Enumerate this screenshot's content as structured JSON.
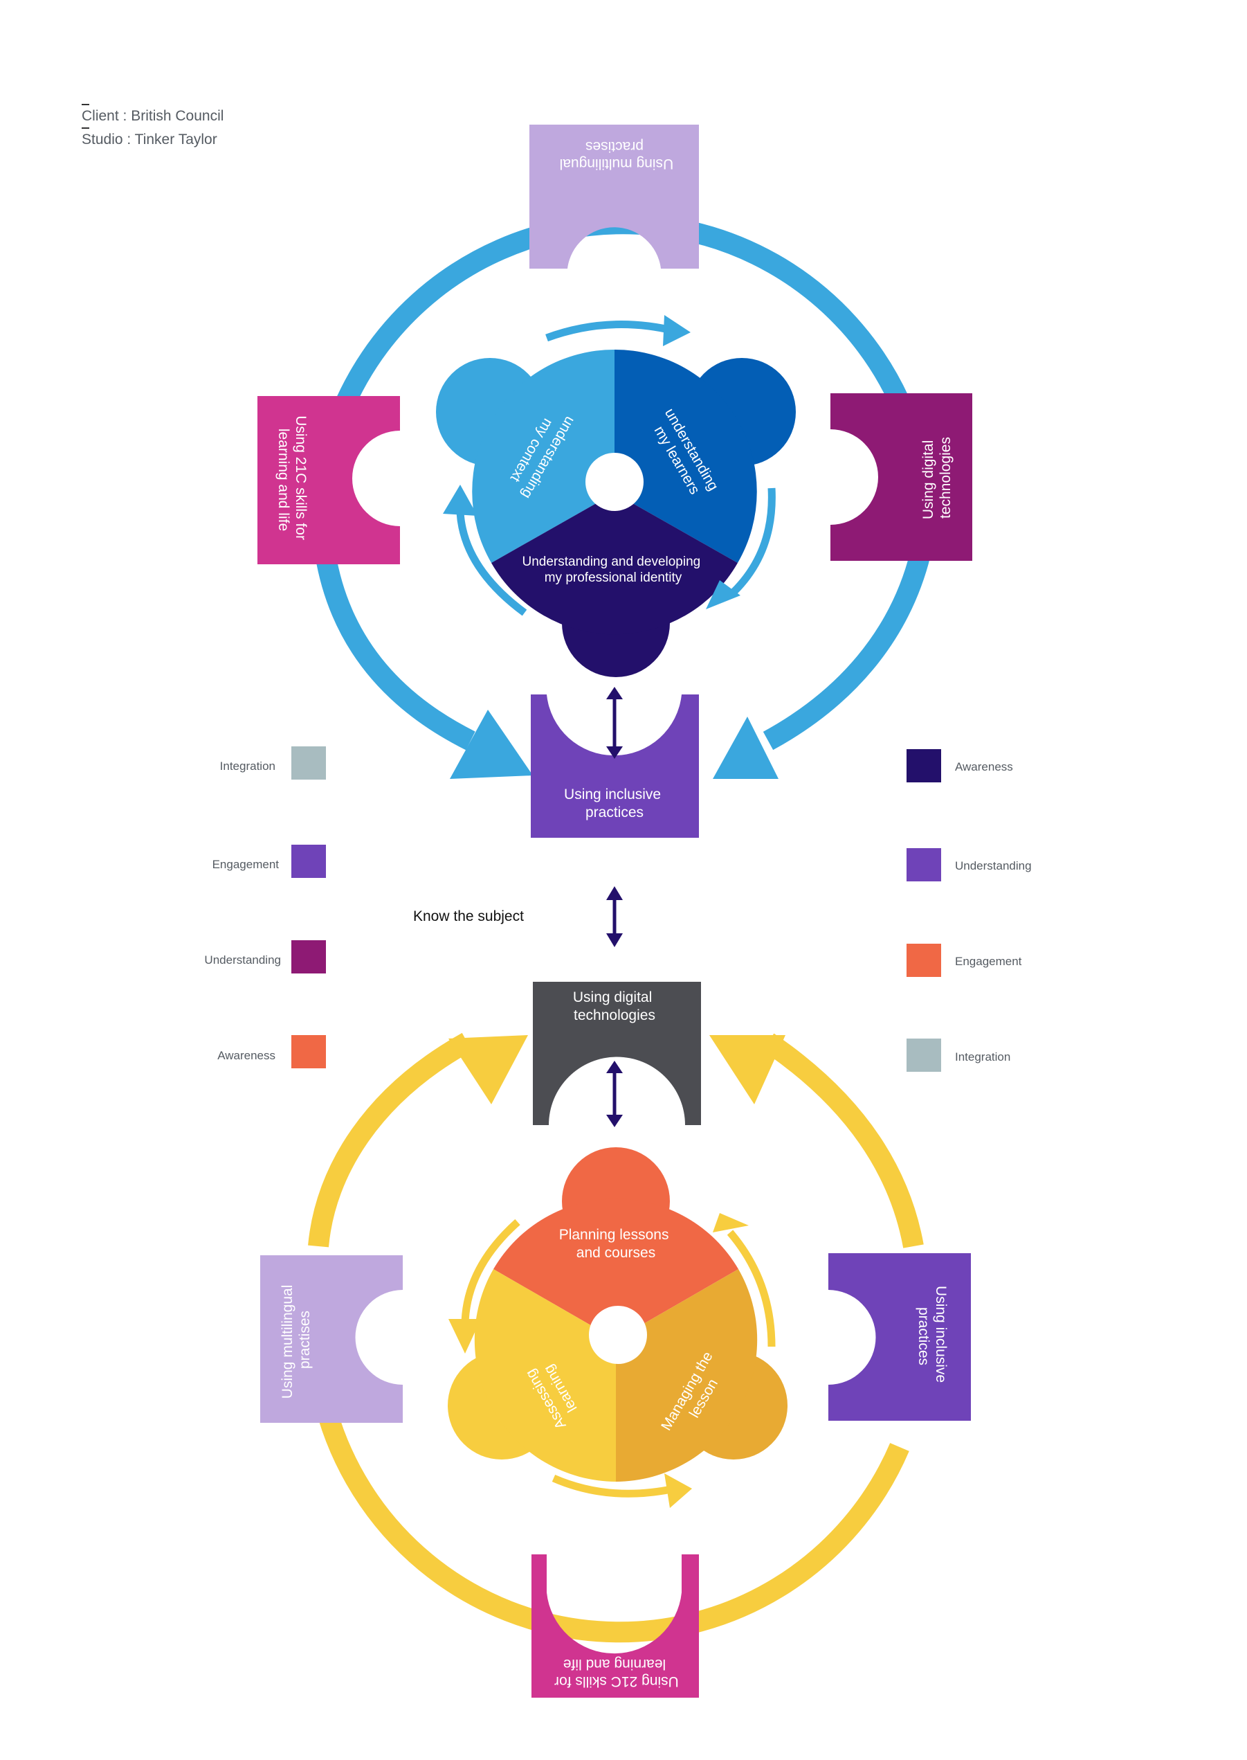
{
  "credits": {
    "client": "Client : British Council",
    "studio": "Studio : Tinker Taylor"
  },
  "top_cycle": {
    "segments": {
      "context": [
        "understanding",
        "my context"
      ],
      "learners": [
        "understanding",
        "my learners"
      ],
      "identity": [
        "Understanding and developing",
        "my professional identity"
      ]
    },
    "nodes": {
      "top": [
        "Using multilingual",
        "practises"
      ],
      "left": [
        "Using 21C skills for",
        "learning and life"
      ],
      "right": [
        "Using digital",
        "technologies"
      ],
      "bottom": [
        "Using inclusive",
        "practices"
      ]
    }
  },
  "middle_label": "Know the subject",
  "bottom_cycle": {
    "segments": {
      "planning": [
        "Planning lessons",
        "and courses"
      ],
      "managing": [
        "Managing the",
        "lesson"
      ],
      "assessing": [
        "Assessing",
        "learning"
      ]
    },
    "nodes": {
      "top": [
        "Using digital",
        "technologies"
      ],
      "left": [
        "Using multilingual",
        "practises"
      ],
      "right": [
        "Using inclusive",
        "practices"
      ],
      "bottom": [
        "Using 21C skills for",
        "learning and life"
      ]
    }
  },
  "legend_left": [
    {
      "label": "Integration",
      "color": "#a8bcc0"
    },
    {
      "label": "Engagement",
      "color": "#6f43b8"
    },
    {
      "label": "Understanding",
      "color": "#8e1a74"
    },
    {
      "label": "Awareness",
      "color": "#f06845"
    }
  ],
  "legend_right": [
    {
      "label": "Awareness",
      "color": "#23106b"
    },
    {
      "label": "Understanding",
      "color": "#6f43b8"
    },
    {
      "label": "Engagement",
      "color": "#f06845"
    },
    {
      "label": "Integration",
      "color": "#a8bcc0"
    }
  ],
  "colors": {
    "blue_ring": "#3aa7de",
    "yellow_ring": "#f7cd3f",
    "dark_navy": "#23106b",
    "lilac": "#bfa8de",
    "magenta": "#d03490",
    "plum": "#8e1a74",
    "purple": "#6f43b8",
    "grey": "#4c4d52",
    "orange": "#f06845",
    "yellow_light": "#f7cd3f",
    "yellow_dark": "#e8aa33"
  }
}
